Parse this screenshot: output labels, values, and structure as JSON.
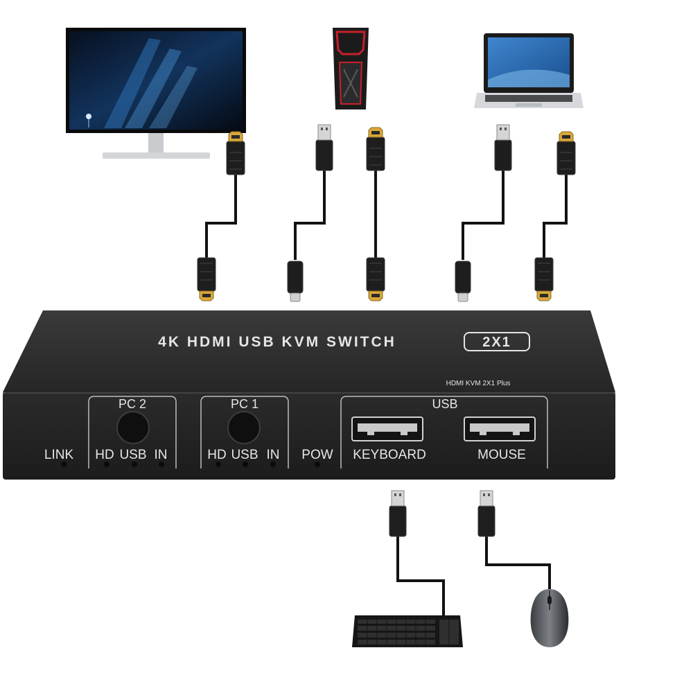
{
  "device": {
    "title": "4K HDMI USB KVM SWITCH",
    "badge": "2X1",
    "model": "HDMI KVM 2X1 Plus"
  },
  "front_panel": {
    "link_label": "LINK",
    "pc2": {
      "label": "PC 2",
      "hd": "HD",
      "usb": "USB",
      "in": "IN"
    },
    "pc1": {
      "label": "PC 1",
      "hd": "HD",
      "usb": "USB",
      "in": "IN"
    },
    "pow_label": "POW",
    "usb_group_label": "USB",
    "keyboard_label": "KEYBOARD",
    "mouse_label": "MOUSE"
  },
  "colors": {
    "device_body": "#2a2a2b",
    "device_front": "#222223",
    "label_text": "#e6e6e6",
    "hdmi_gold": "#d9a83a",
    "cable": "#121212",
    "monitor_screen": "#0c1c33",
    "pc_accent": "#c8202a"
  },
  "icons": {
    "monitor": "monitor-icon",
    "tower": "desktop-tower-icon",
    "laptop": "laptop-icon",
    "keyboard": "keyboard-icon",
    "mouse": "mouse-icon"
  }
}
